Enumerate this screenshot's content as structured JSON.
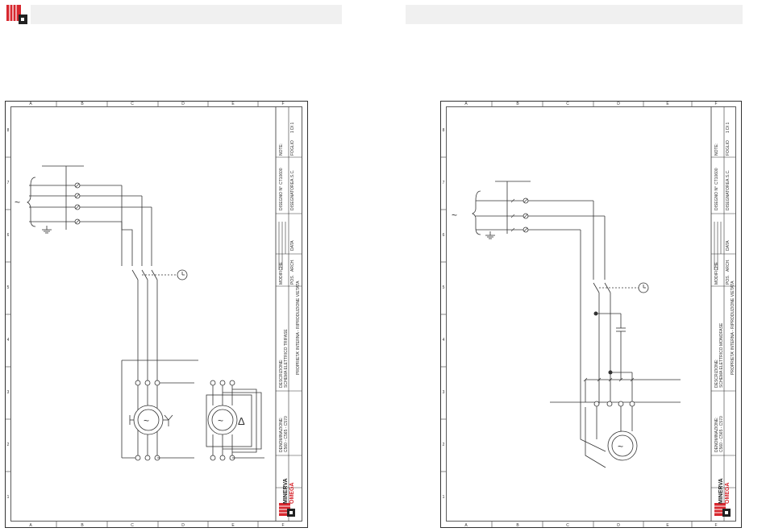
{
  "colors": {
    "brand_red": "#d7282f",
    "brand_dark": "#222222",
    "line": "#333333",
    "header_bg": "#f0f0f0"
  },
  "grid": {
    "columns": [
      "A",
      "B",
      "C",
      "D",
      "E",
      "F"
    ],
    "rows": [
      "8",
      "7",
      "6",
      "5",
      "4",
      "3",
      "2",
      "1"
    ]
  },
  "title_block": {
    "note_label": "NOTE:",
    "sheet_label": "FOGLIO",
    "sheet_value": "1 DI 1",
    "drawing_no_label": "DISEGNO N°",
    "designer_label": "DISEGNATORE",
    "designer_value": "A.S.C.",
    "date_label": "DATA",
    "mod_label": "MODIFICHE",
    "pos_label": "POS.",
    "arch_label": "ARCH.",
    "description_label": "DESCRIZIONE:",
    "denomination_label": "DENOMINAZIONE:",
    "denomination_value": "C560 - C565 - C570",
    "rights": "PROPRIETA' INTERNA - RIPRODUZIONE VIETATA",
    "brand_line1": "MINERVA",
    "brand_line2": "OMEGA"
  },
  "sheets": [
    {
      "side": "left",
      "drawing_no": "CT10600",
      "description": "SCHEMA ELETTRICO TRIFASE",
      "motors": 2
    },
    {
      "side": "right",
      "drawing_no": "CT10600",
      "description": "SCHEMA ELETTRICO MONOFASE",
      "motors": 1
    }
  ],
  "symbols": {
    "ac": "~",
    "delta": "Δ",
    "star": "Y"
  }
}
